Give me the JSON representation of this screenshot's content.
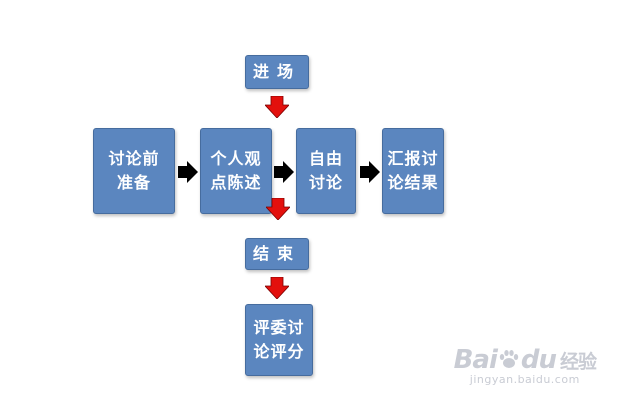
{
  "diagram": {
    "nodes": {
      "prep": "讨论前\n准备",
      "statement": "个人观\n点陈述",
      "free": "自由\n讨论",
      "report": "汇报讨\n论结果",
      "enter": "进场",
      "end": "结束",
      "score": "评委讨\n论评分"
    },
    "colors": {
      "node_fill": "#5b86bf",
      "arrow_black": "#000000",
      "arrow_red": "#e3100d"
    }
  },
  "watermark": {
    "brand": "Bai",
    "brand_suffix": "du",
    "brand_cn": "经验",
    "site": "jingyan.baidu.com"
  }
}
